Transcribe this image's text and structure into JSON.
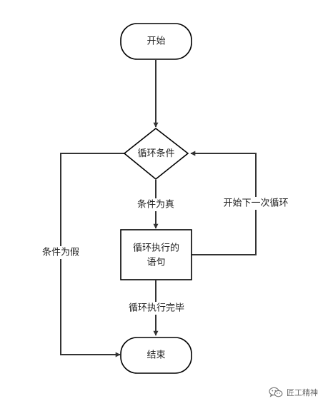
{
  "nodes": {
    "start": "开始",
    "condition": "循环条件",
    "body_line1": "循环执行的",
    "body_line2": "语句",
    "end": "结束"
  },
  "edges": {
    "true_label": "条件为真",
    "false_label": "条件为假",
    "loop_label": "开始下一次循环",
    "done_label": "循环执行完毕"
  },
  "watermark": {
    "icon": "wechat-icon",
    "text": "匠工精神"
  }
}
